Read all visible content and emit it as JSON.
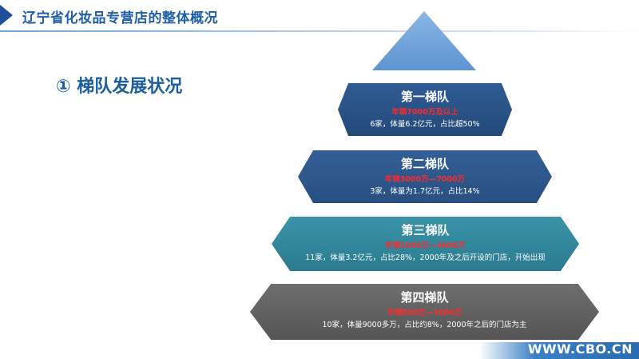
{
  "header": {
    "title": "辽宁省化妆品专营店的整体概况"
  },
  "section": {
    "heading": "① 梯队发展状况"
  },
  "tiers": [
    {
      "title": "第一梯队",
      "revenue": "年销7000万及以上",
      "detail": "6家，体量6.2亿元，占比超50%"
    },
    {
      "title": "第二梯队",
      "revenue": "年销3000万—7000万",
      "detail": "3家，体量为1.7亿元，占比14%"
    },
    {
      "title": "第三梯队",
      "revenue": "年销1000万—3000万",
      "detail": "11家，体量3.2亿元，占比28%，2000年及之后开设的门店，开始出现"
    },
    {
      "title": "第四梯队",
      "revenue": "年销500万—1000万",
      "detail": "10家，体量9000多万，占比约8%，2000年之后的门店为主"
    }
  ],
  "footer": {
    "watermark": "WWW.CBO.CN"
  }
}
